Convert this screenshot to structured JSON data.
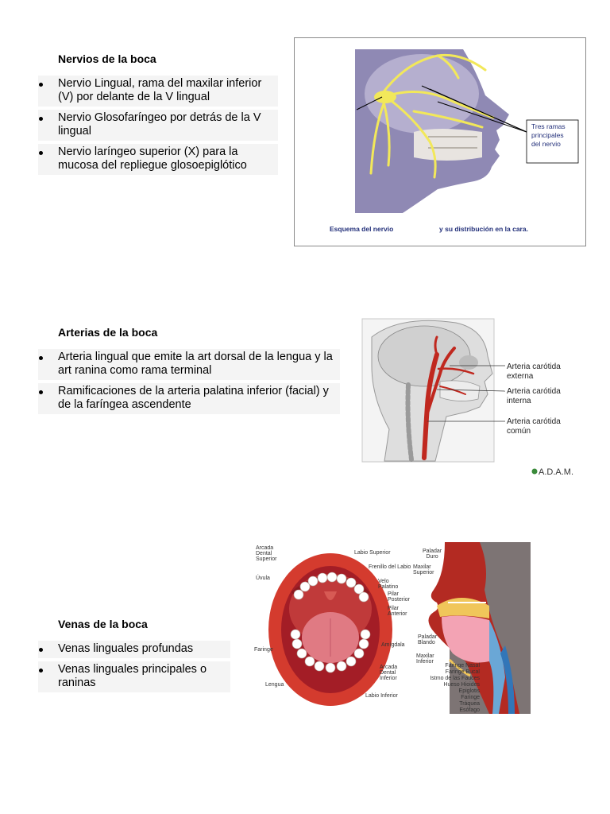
{
  "sections": {
    "nervios": {
      "heading": "Nervios de la boca",
      "items": [
        "Nervio Lingual, rama del maxilar inferior (V) por delante de la V lingual",
        "Nervio Glosofaríngeo por detrás de la V lingual",
        "Nervio laríngeo superior (X) para la mucosa del repliegue glosoepiglótico"
      ]
    },
    "arterias": {
      "heading": "Arterias de la boca",
      "items": [
        "Arteria lingual que emite la art dorsal de la lengua y la art ranina como rama terminal",
        "Ramificaciones de la arteria palatina inferior (facial) y de la faríngea ascendente"
      ]
    },
    "venas": {
      "heading": "Venas de la boca",
      "items": [
        "Venas linguales profundas",
        "Venas linguales principales o raninas"
      ]
    }
  },
  "figures": {
    "nerve": {
      "callout": [
        "Tres ramas",
        "principales",
        "del nervio"
      ],
      "caption_left": "Esquema del nervio",
      "caption_right": "y su distribución en la cara."
    },
    "artery": {
      "labels": [
        "Arteria carótida",
        "externa",
        "Arteria carótida",
        "interna",
        "Arteria carótida",
        "común"
      ],
      "brand": "A.D.A.M."
    },
    "mouth": {
      "labels": [
        "Arcada",
        "Dental",
        "Superior",
        "Úvula",
        "Faringe",
        "Lengua",
        "Labio Superior",
        "Frenillo del Labio",
        "Velo",
        "Palatino",
        "Pilar",
        "Posterior",
        "Pilar",
        "Anterior",
        "Amígdala",
        "Arcada",
        "Dental",
        "Inferior",
        "Labio Inferior"
      ]
    },
    "sagittal": {
      "labels": [
        "Paladar",
        "Duro",
        "Maxilar",
        "Superior",
        "Paladar",
        "Blando",
        "Maxilar",
        "Inferior",
        "Faringe Nasal",
        "Faringe Bucal",
        "Istmo de las Fauces",
        "Hueso Hioides",
        "Epiglotis",
        "Faringe",
        "Tráquea",
        "Esófago"
      ]
    }
  },
  "colors": {
    "nerve": "#f2e85a",
    "face": "#8f89b4",
    "artery": "#c0281f",
    "lips": "#d43b2e",
    "caption": "#23307a"
  }
}
